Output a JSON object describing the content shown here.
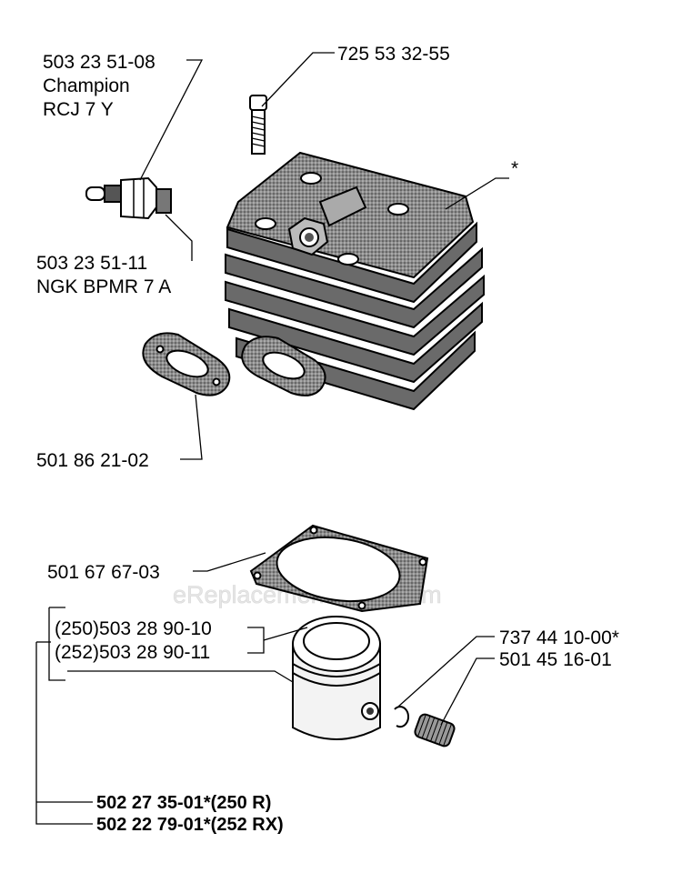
{
  "watermark": "eReplacementParts.com",
  "labels": {
    "spark_plug_champion_part": "503 23 51-08",
    "spark_plug_champion_brand": "Champion",
    "spark_plug_champion_model": "RCJ 7 Y",
    "screw_part": "725 53 32-55",
    "cylinder_asterisk": "*",
    "spark_plug_ngk_part": "503 23 51-11",
    "spark_plug_ngk_model": "NGK BPMR 7 A",
    "intake_gasket_part": "501 86 21-02",
    "cylinder_gasket_part": "501 67 67-03",
    "piston_250_part": "(250)503 28 90-10",
    "piston_252_part": "(252)503 28 90-11",
    "circlip_part": "737 44 10-00*",
    "needle_bearing_part": "501 45 16-01",
    "kit_250_part": "502 27 35-01*(250 R)",
    "kit_252_part": "502 22 79-01*(252 RX)"
  },
  "colors": {
    "ink": "#000000",
    "stipple": "#6a6a6a",
    "watermark": "#e6e6e6"
  }
}
